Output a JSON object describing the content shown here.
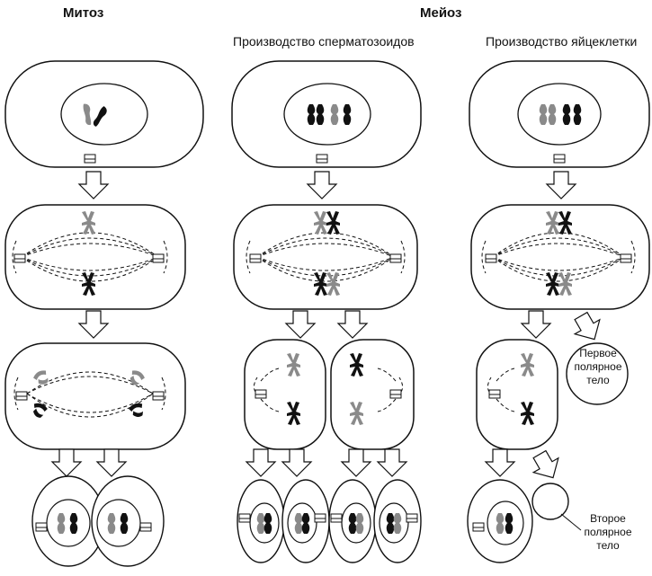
{
  "headings": {
    "mitosis": "Митоз",
    "meiosis": "Мейоз",
    "sperm": "Производство сперматозоидов",
    "egg": "Производство яйцеклетки"
  },
  "labels": {
    "first_polar_1": "Первое",
    "first_polar_2": "полярное",
    "first_polar_3": "тело",
    "second_polar_1": "Второе",
    "second_polar_2": "полярное",
    "second_polar_3": "тело"
  },
  "colors": {
    "paternal": "#111111",
    "maternal": "#8a8a8a",
    "stroke": "#111111"
  }
}
